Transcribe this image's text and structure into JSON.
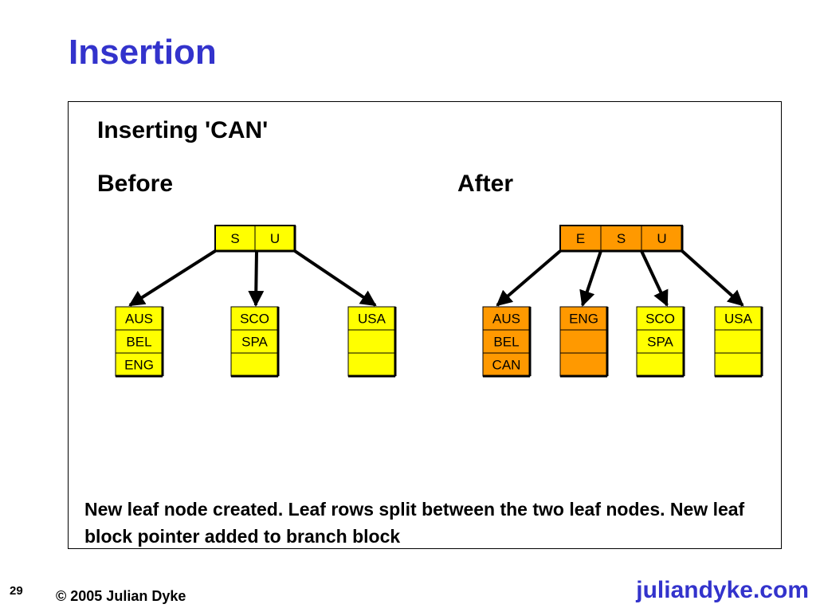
{
  "slide": {
    "title": "Insertion",
    "subtitle": "Inserting 'CAN'",
    "before_label": "Before",
    "after_label": "After",
    "caption": "New leaf node created. Leaf rows split between the two leaf nodes. New leaf block pointer added to branch block",
    "footer": {
      "slide_number": "29",
      "copyright": "© 2005 Julian Dyke",
      "site": "juliandyke.com"
    }
  },
  "colors": {
    "title": "#3333cc",
    "unchanged_block": "#ffff00",
    "changed_block": "#ff9900"
  },
  "diagram": {
    "before": {
      "branch": {
        "keys": [
          "S",
          "U"
        ],
        "changed": false
      },
      "leaves": [
        {
          "rows": [
            "AUS",
            "BEL",
            "ENG"
          ],
          "changed": false
        },
        {
          "rows": [
            "SCO",
            "SPA",
            ""
          ],
          "changed": false
        },
        {
          "rows": [
            "USA",
            "",
            ""
          ],
          "changed": false
        }
      ]
    },
    "after": {
      "branch": {
        "keys": [
          "E",
          "S",
          "U"
        ],
        "changed": true
      },
      "leaves": [
        {
          "rows": [
            "AUS",
            "BEL",
            "CAN"
          ],
          "changed": true
        },
        {
          "rows": [
            "ENG",
            "",
            ""
          ],
          "changed": true
        },
        {
          "rows": [
            "SCO",
            "SPA",
            ""
          ],
          "changed": false
        },
        {
          "rows": [
            "USA",
            "",
            ""
          ],
          "changed": false
        }
      ]
    }
  }
}
